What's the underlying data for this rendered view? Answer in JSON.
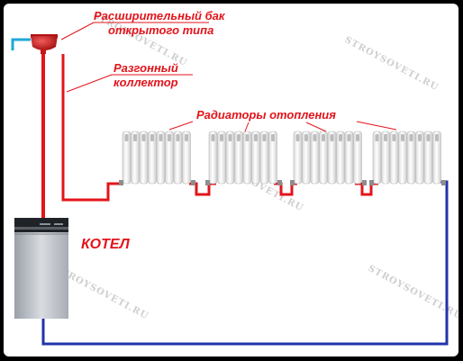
{
  "labels": {
    "expansion_tank": [
      "Расширительный бак",
      "открытого типа"
    ],
    "riser": [
      "Разгонный",
      "коллектор"
    ],
    "radiators": "Радиаторы отопления",
    "boiler": "КОТЕЛ"
  },
  "watermark": "STROYSOVETI.RU",
  "radiator_count": 4,
  "radiator_sections": 8,
  "colors": {
    "supply_pipe": "#e3141b",
    "return_pipe": "#2233aa",
    "label_text": "#e3141b",
    "tank": "#d41a1a",
    "inlet_pipe": "#22a7d6",
    "boiler_body": "#c8ccd2"
  }
}
